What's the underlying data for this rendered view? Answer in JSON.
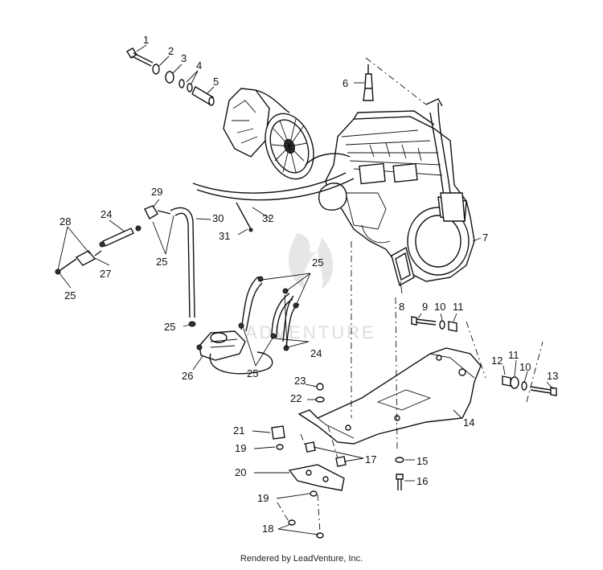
{
  "labels": [
    {
      "id": "l1",
      "text": "1"
    },
    {
      "id": "l2",
      "text": "2"
    },
    {
      "id": "l3",
      "text": "3"
    },
    {
      "id": "l4",
      "text": "4"
    },
    {
      "id": "l5",
      "text": "5"
    },
    {
      "id": "l6",
      "text": "6"
    },
    {
      "id": "l7",
      "text": "7"
    },
    {
      "id": "l8",
      "text": "8"
    },
    {
      "id": "l9",
      "text": "9"
    },
    {
      "id": "l10a",
      "text": "10"
    },
    {
      "id": "l11a",
      "text": "11"
    },
    {
      "id": "l10b",
      "text": "10"
    },
    {
      "id": "l11b",
      "text": "11"
    },
    {
      "id": "l12",
      "text": "12"
    },
    {
      "id": "l13",
      "text": "13"
    },
    {
      "id": "l14",
      "text": "14"
    },
    {
      "id": "l15",
      "text": "15"
    },
    {
      "id": "l16",
      "text": "16"
    },
    {
      "id": "l17",
      "text": "17"
    },
    {
      "id": "l18",
      "text": "18"
    },
    {
      "id": "l19a",
      "text": "19"
    },
    {
      "id": "l19b",
      "text": "19"
    },
    {
      "id": "l20",
      "text": "20"
    },
    {
      "id": "l21",
      "text": "21"
    },
    {
      "id": "l22",
      "text": "22"
    },
    {
      "id": "l23",
      "text": "23"
    },
    {
      "id": "l24a",
      "text": "24"
    },
    {
      "id": "l24b",
      "text": "24"
    },
    {
      "id": "l25a",
      "text": "25"
    },
    {
      "id": "l25b",
      "text": "25"
    },
    {
      "id": "l25c",
      "text": "25"
    },
    {
      "id": "l25d",
      "text": "25"
    },
    {
      "id": "l25e",
      "text": "25"
    },
    {
      "id": "l26",
      "text": "26"
    },
    {
      "id": "l27",
      "text": "27"
    },
    {
      "id": "l28",
      "text": "28"
    },
    {
      "id": "l29",
      "text": "29"
    },
    {
      "id": "l30",
      "text": "30"
    },
    {
      "id": "l31",
      "text": "31"
    },
    {
      "id": "l32",
      "text": "32"
    }
  ],
  "watermark": "ADVENTURE",
  "footer": "Rendered by LeadVenture, Inc."
}
